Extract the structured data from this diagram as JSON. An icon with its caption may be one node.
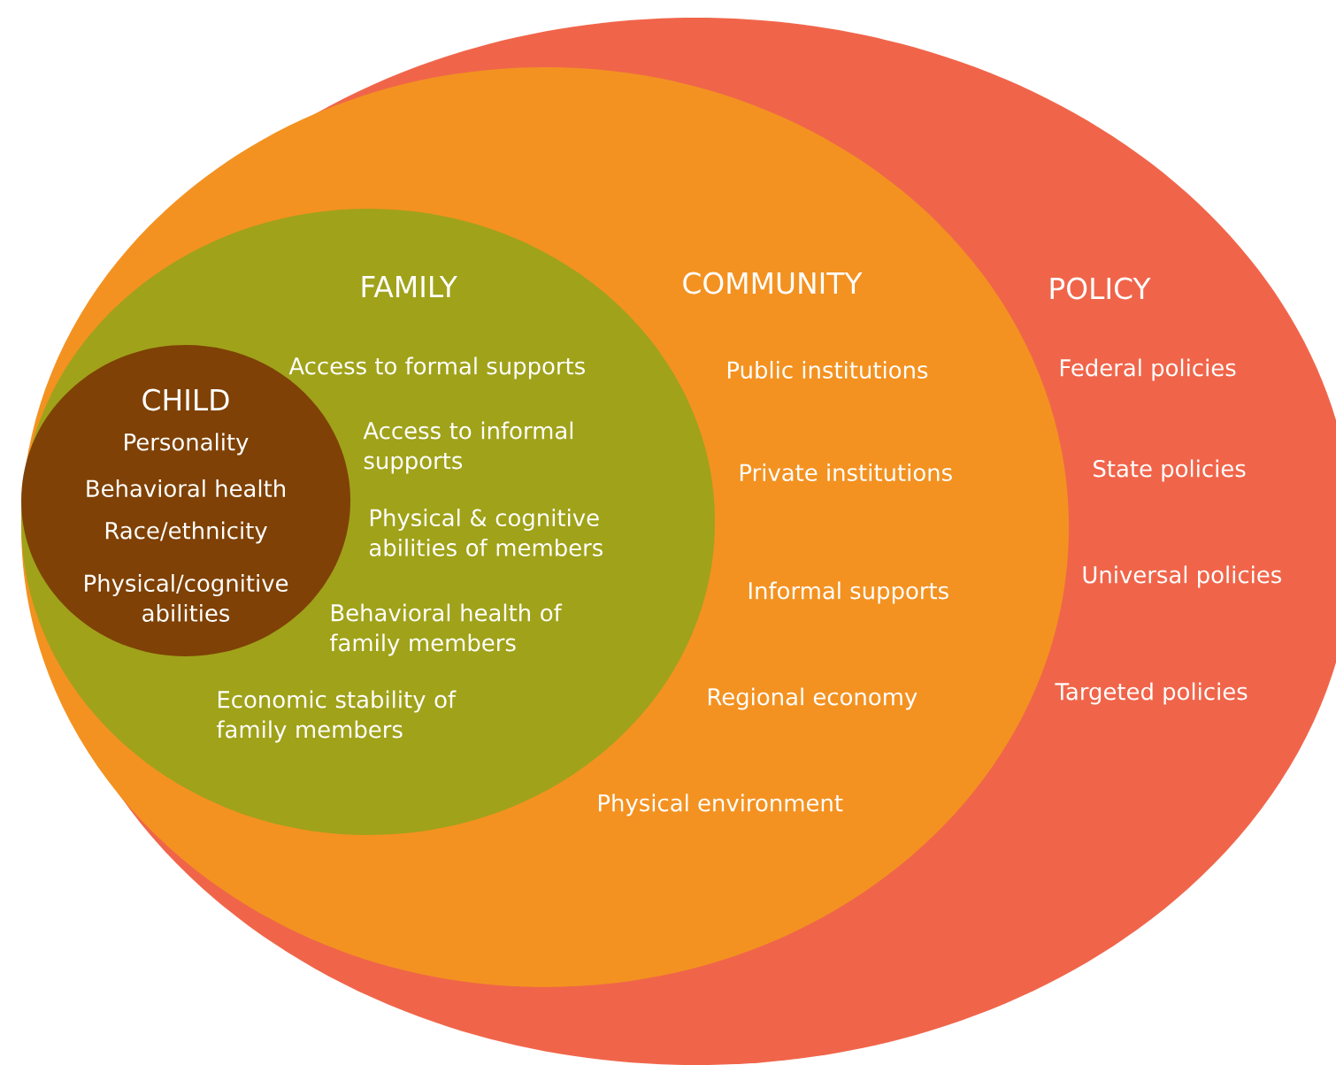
{
  "diagram": {
    "nodes": [
      {
        "text": [
          "POLICY",
          "Federal policies",
          "State policies",
          "Universal policies",
          "Targeted policies"
        ]
      },
      {
        "text": [
          "COMMUNITY",
          "Public institutions",
          "Private institutions",
          "Informal supports",
          "Regional economy",
          "Physical environment"
        ],
        "in": 0
      },
      {
        "text": [
          "FAMILY",
          "Access to formal supports",
          "Access to informal supports",
          "Physical & cognitive abilities of members",
          "Behavioral health of family members",
          "Economic stability of family members"
        ],
        "in": 1
      },
      {
        "text": [
          "CHILD",
          "Personality",
          "Behavioral health",
          "Race/ethnicity",
          "Physical/cognitive abilities"
        ],
        "in": 2
      }
    ]
  }
}
